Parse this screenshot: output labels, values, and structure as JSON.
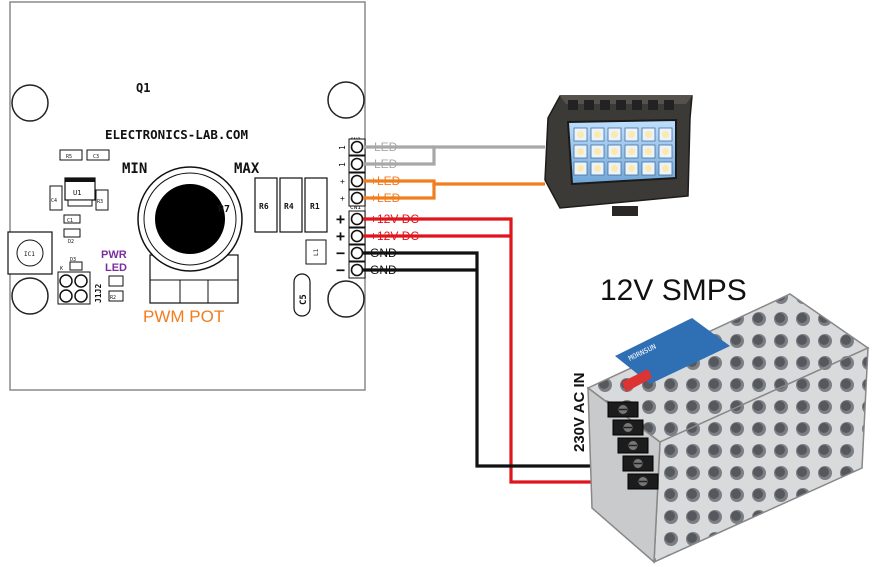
{
  "pcb": {
    "q1": "Q1",
    "website": "ELECTRONICS-LAB.COM",
    "min": "MIN",
    "max": "MAX",
    "r6": "R6",
    "r4": "R4",
    "r1": "R1",
    "r7": "R7",
    "r5": "R5",
    "c3": "C3",
    "c4": "C4",
    "u1": "U1",
    "r3": "R3",
    "c1": "C1",
    "d2": "D2",
    "ic1": "IC1",
    "d3": "D3",
    "r2": "R2",
    "k": "K",
    "j1j2": "J1J2",
    "l1": "L1",
    "c5": "C5",
    "cn2": "CN2",
    "cn1": "CN1",
    "pwr_led": [
      "PWR",
      "LED"
    ],
    "pwm_pot": "PWM POT",
    "cn2_pin_labels": [
      "1",
      "1",
      "+",
      "+"
    ],
    "cn1_pin_signs": [
      "+",
      "+",
      "−",
      "−"
    ]
  },
  "wires": [
    {
      "label": "-LED",
      "color": "#a8a8a8"
    },
    {
      "label": "-LED",
      "color": "#a8a8a8"
    },
    {
      "label": "+LED",
      "color": "#f07d1e"
    },
    {
      "label": "+LED",
      "color": "#f07d1e"
    },
    {
      "label": "+12V DC",
      "color": "#e0141c"
    },
    {
      "label": "+12V DC",
      "color": "#e0141c"
    },
    {
      "label": "GND",
      "color": "#111111"
    },
    {
      "label": "GND",
      "color": "#111111"
    }
  ],
  "smps": {
    "title": "12V SMPS",
    "ac_label": "230V AC IN",
    "brand": "MORNSUN"
  }
}
